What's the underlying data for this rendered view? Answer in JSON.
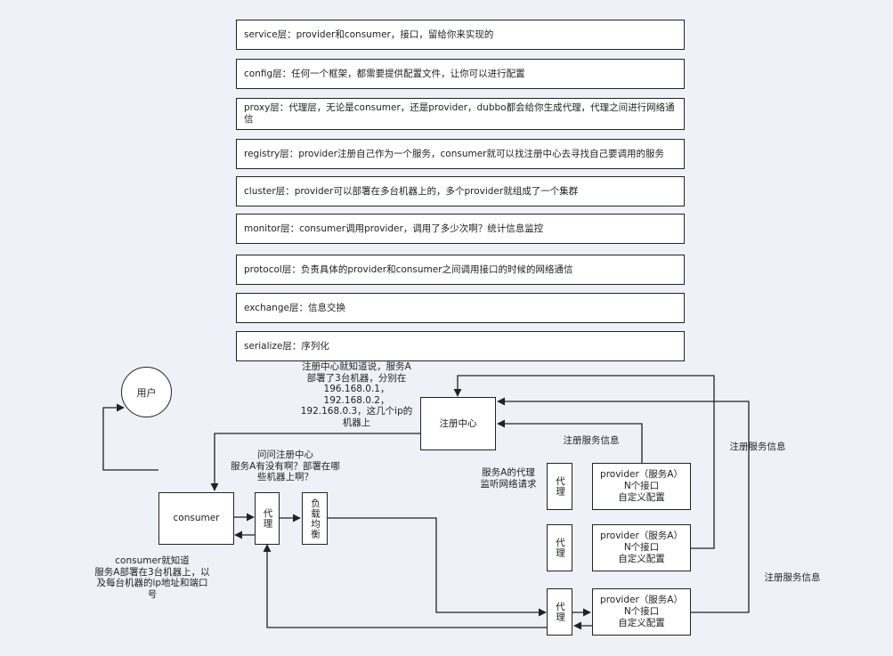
{
  "layers": [
    "service层：provider和consumer，接口，留给你来实现的",
    "config层：任何一个框架，都需要提供配置文件，让你可以进行配置",
    "proxy层：代理层，无论是consumer，还是provider，dubbo都会给你生成代理，代理之间进行网络通信",
    "registry层：provider注册自己作为一个服务，consumer就可以找注册中心去寻找自己要调用的服务",
    "cluster层：provider可以部署在多台机器上的，多个provider就组成了一个集群",
    "monitor层：consumer调用provider，调用了多少次啊？统计信息监控",
    "protocol层：负责具体的provider和consumer之间调用接口的时候的网络通信",
    "exchange层：信息交换",
    "serialize层：序列化"
  ],
  "nodes": {
    "user": "用户",
    "registry": "注册中心",
    "consumer": "consumer",
    "proxy": "代理",
    "loadbalance": "负载均衡",
    "provider_line1": "provider（服务A）",
    "provider_line2": "N个接口",
    "provider_line3": "自定义配置"
  },
  "labels": {
    "registry_note": "注册中心就知道说，服务A\n部署了3台机器，分别在\n196.168.0.1，\n192.168.0.2，\n192.168.0.3，这几个ip的\n机器上",
    "ask_registry": "问问注册中心\n服务A有没有啊？部署在哪\n些机器上啊？",
    "consumer_knows": "consumer就知道\n服务A部署在3台机器上，以\n及每台机器的ip地址和端口\n号",
    "proxy_listen": "服务A的代理\n监听网络请求",
    "register_info": "注册服务信息"
  }
}
